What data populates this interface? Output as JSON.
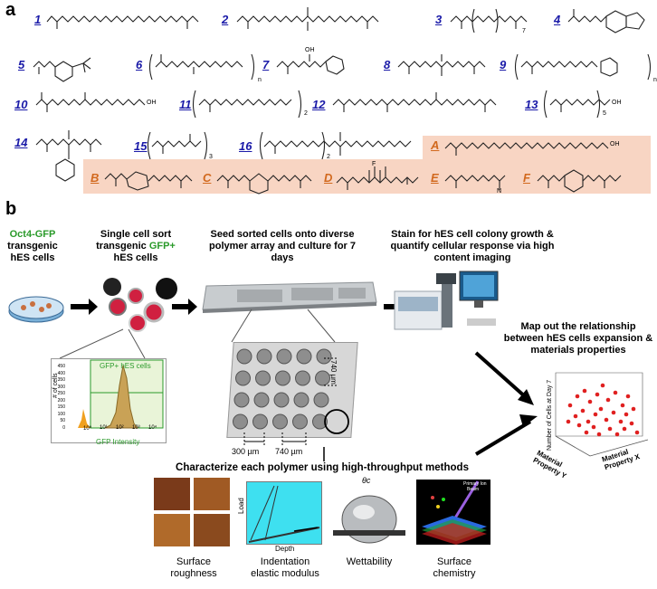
{
  "panel_a": {
    "letter": "a",
    "compounds": [
      {
        "id": "1",
        "group": "blue"
      },
      {
        "id": "2",
        "group": "blue"
      },
      {
        "id": "3",
        "group": "blue",
        "subscript": "7"
      },
      {
        "id": "4",
        "group": "blue"
      },
      {
        "id": "5",
        "group": "blue"
      },
      {
        "id": "6",
        "group": "blue",
        "subscript": "n"
      },
      {
        "id": "7",
        "group": "blue",
        "label_oh": "OH"
      },
      {
        "id": "8",
        "group": "blue"
      },
      {
        "id": "9",
        "group": "blue",
        "subscript": "n"
      },
      {
        "id": "10",
        "group": "blue",
        "label_oh": "OH"
      },
      {
        "id": "11",
        "group": "blue",
        "subscript": "2"
      },
      {
        "id": "12",
        "group": "blue"
      },
      {
        "id": "13",
        "group": "blue",
        "label_oh": "OH",
        "subscript": "5"
      },
      {
        "id": "14",
        "group": "blue"
      },
      {
        "id": "15",
        "group": "blue",
        "subscript": "3"
      },
      {
        "id": "16",
        "group": "blue",
        "subscript": "2"
      },
      {
        "id": "A",
        "group": "orange",
        "label_oh": "OH"
      },
      {
        "id": "B",
        "group": "orange"
      },
      {
        "id": "C",
        "group": "orange"
      },
      {
        "id": "D",
        "group": "orange",
        "label_f": "F"
      },
      {
        "id": "E",
        "group": "orange",
        "label_n": "N"
      },
      {
        "id": "F",
        "group": "orange"
      }
    ],
    "highlight_color": "#f8d5c3"
  },
  "panel_b": {
    "letter": "b",
    "steps": [
      {
        "line1": "Oct4-GFP",
        "line2": "transgenic",
        "line3": "hES cells"
      },
      {
        "line1": "Single cell sort",
        "line2_a": "transgenic ",
        "line2_b": "GFP+",
        "line3": "hES cells"
      },
      {
        "text": "Seed sorted cells onto diverse polymer array and culture for 7 days"
      },
      {
        "text": "Stain for hES cell colony growth & quantify cellular response via high content imaging"
      },
      {
        "text": "Map out the relationship between hES cells expansion & materials properties"
      }
    ],
    "histogram": {
      "gate_label": "GFP+ hES cells",
      "ylabel": "# of cells",
      "xlabel": "GFP Intensity",
      "xticks": [
        "10⁰",
        "10¹",
        "10²",
        "10³",
        "10⁴"
      ],
      "yticks": [
        "0",
        "50",
        "100",
        "150",
        "200",
        "250",
        "300",
        "350",
        "400",
        "450"
      ]
    },
    "array_dims": {
      "spot_pitch_a": "300 µm",
      "spot_pitch_b": "740 µm",
      "spot_height": "740 µm"
    },
    "scatter3d": {
      "zlabel": "Number of Cells at Day 7",
      "xlabel": "Material Property X",
      "ylabel": "Material Property Y"
    },
    "characterize_title": "Characterize each polymer using high-throughput methods",
    "methods": [
      {
        "line1": "Surface",
        "line2": "roughness"
      },
      {
        "line1": "Indentation",
        "line2": "elastic modulus"
      },
      {
        "line1": "Wettability",
        "line2": ""
      },
      {
        "line1": "Surface",
        "line2": "chemistry"
      }
    ],
    "indentation": {
      "ylabel": "Load",
      "xlabel": "Depth"
    },
    "wettability_label": "θc",
    "sims_label_1": "Primary Ion",
    "sims_label_2": "Beam"
  },
  "colors": {
    "green": "#2a9a2a",
    "number_blue": "#1a1aa8",
    "number_orange": "#d2691e",
    "scatter": "#e02020"
  }
}
